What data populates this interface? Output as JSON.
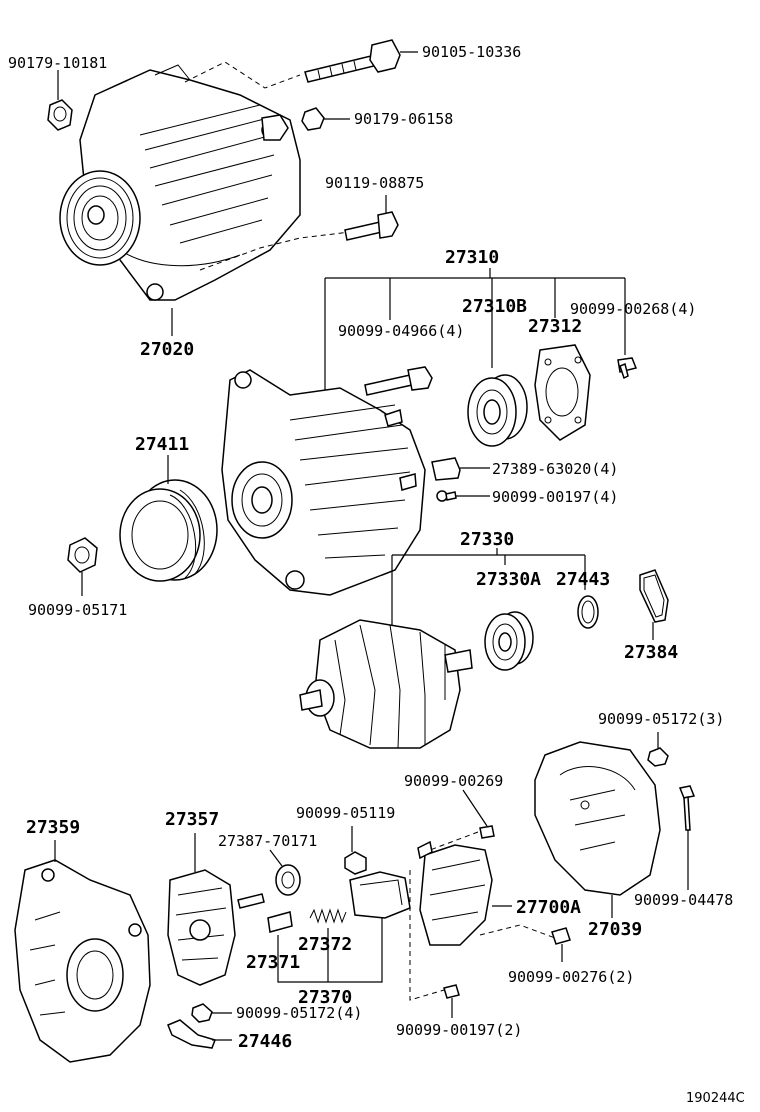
{
  "diagram_id": "190244C",
  "labels": {
    "p90179_10181": "90179-10181",
    "p90105_10336": "90105-10336",
    "p90179_06158": "90179-06158",
    "p90119_08875": "90119-08875",
    "p27020": "27020",
    "p27310": "27310",
    "p27310B": "27310B",
    "p90099_00268": "90099-00268(4)",
    "p90099_04966": "90099-04966(4)",
    "p27312": "27312",
    "p27411": "27411",
    "p27389_63020": "27389-63020(4)",
    "p90099_00197_4": "90099-00197(4)",
    "p90099_05171": "90099-05171",
    "p27330": "27330",
    "p27330A": "27330A",
    "p27443": "27443",
    "p27384": "27384",
    "p90099_05172_3": "90099-05172(3)",
    "p90099_00269": "90099-00269",
    "p27359": "27359",
    "p27357": "27357",
    "p90099_05119": "90099-05119",
    "p27387_70171": "27387-70171",
    "p27700A": "27700A",
    "p90099_04478": "90099-04478",
    "p27039": "27039",
    "p27372": "27372",
    "p27371": "27371",
    "p90099_00276": "90099-00276(2)",
    "p27370": "27370",
    "p90099_05172_4": "90099-05172(4)",
    "p90099_00197_2": "90099-00197(2)",
    "p27446": "27446"
  }
}
